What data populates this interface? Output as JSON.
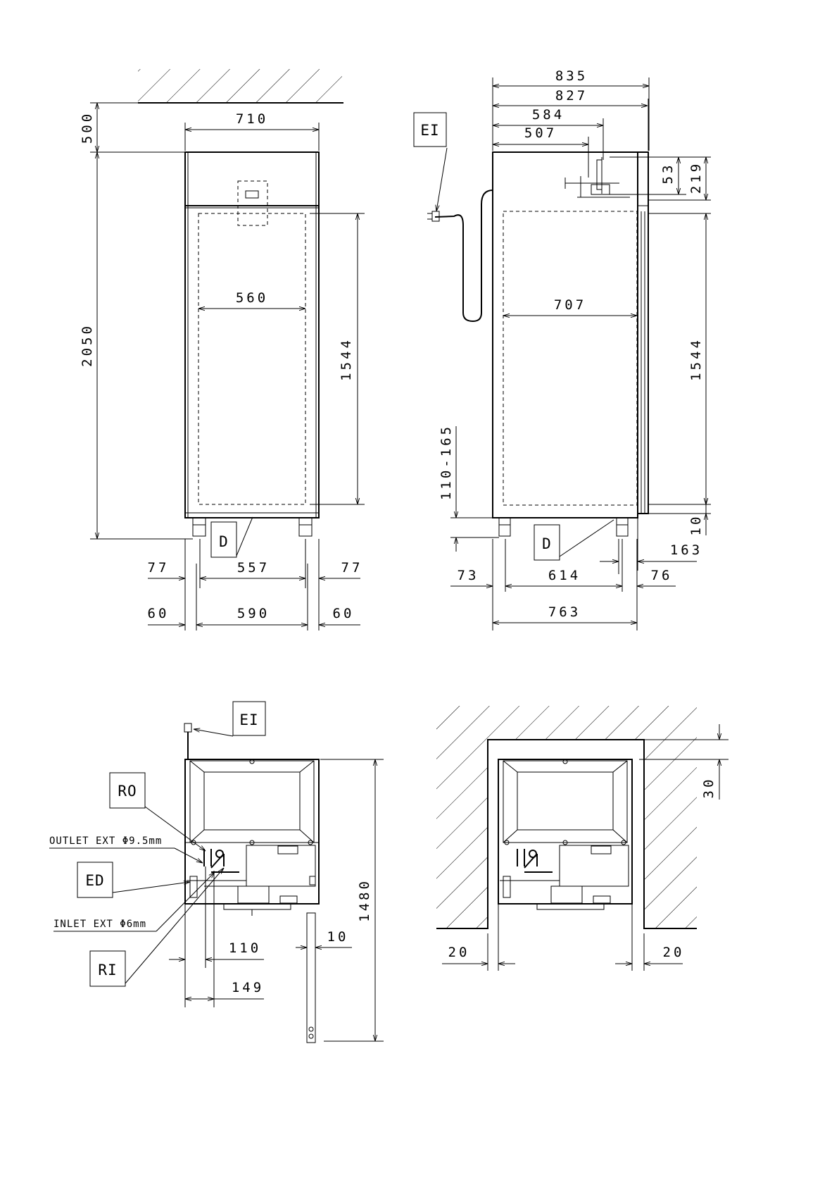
{
  "front_view": {
    "dims": {
      "clearance_top": "500",
      "width_outer": "710",
      "width_inner": "560",
      "height_total": "2050",
      "height_inner": "1544",
      "side_left": "77",
      "center_between_feet": "557",
      "side_right": "77",
      "foot_left": "60",
      "foot_span": "590",
      "foot_right": "60"
    },
    "labels": {
      "drain": "D"
    }
  },
  "side_view": {
    "dims": {
      "depth_835": "835",
      "depth_827": "827",
      "depth_584": "584",
      "depth_507": "507",
      "top_53": "53",
      "top_219": "219",
      "inner_depth": "707",
      "inner_height": "1544",
      "feet_range": "110-165",
      "bottom_10": "10",
      "offset_163": "163",
      "foot_73": "73",
      "foot_span": "614",
      "foot_76": "76",
      "base_depth": "763"
    },
    "labels": {
      "electric_inlet": "EI",
      "drain": "D"
    }
  },
  "top_view": {
    "labels": {
      "electric_inlet": "EI",
      "refrigerant_outlet": "RO",
      "outlet_note": "OUTLET EXT Φ9.5mm",
      "drain": "ED",
      "inlet_note": "INLET EXT Φ6mm",
      "refrigerant_inlet": "RI"
    },
    "dims": {
      "d110": "110",
      "d149": "149",
      "d10": "10",
      "d1480": "1480"
    }
  },
  "installation_view": {
    "dims": {
      "clearance_top": "30",
      "left_gap": "20",
      "right_gap": "20"
    }
  }
}
